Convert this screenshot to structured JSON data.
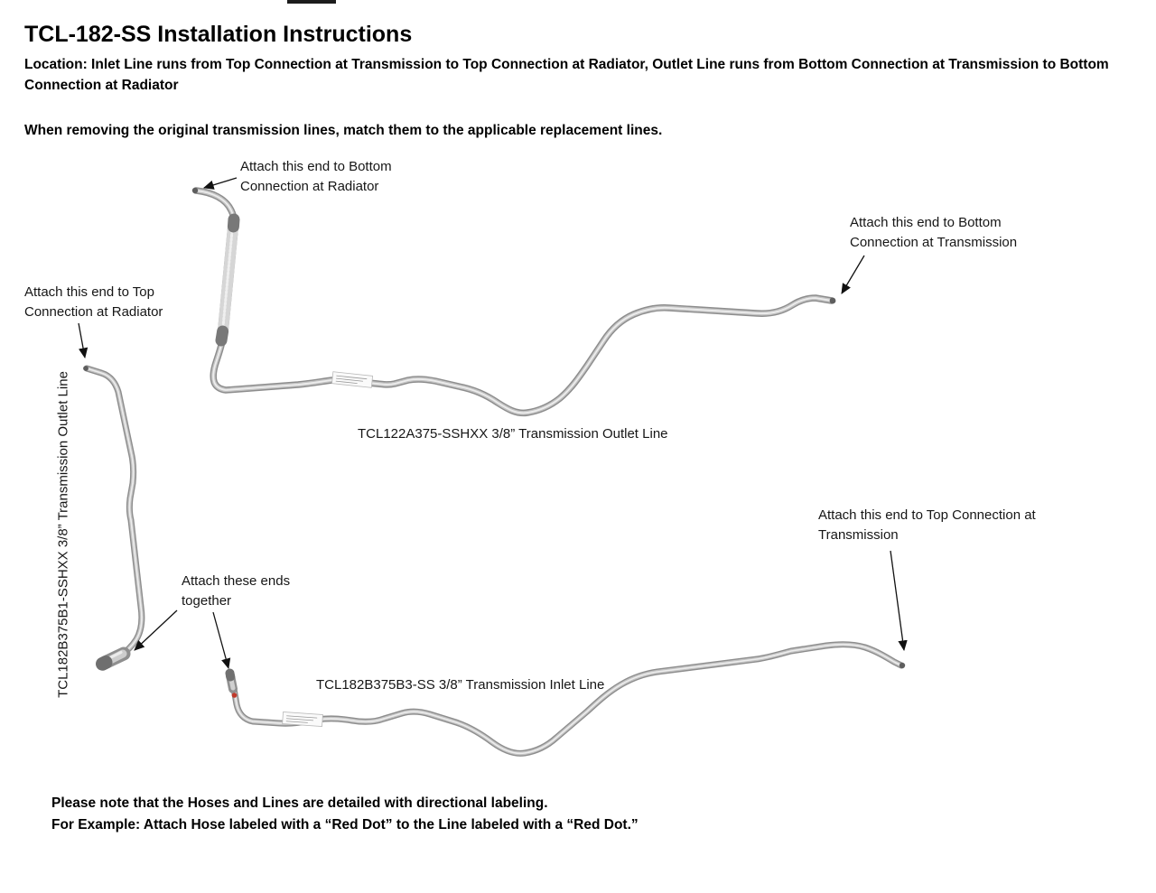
{
  "header": {
    "title": "TCL-182-SS Installation Instructions",
    "location": "Location: Inlet Line runs from Top Connection at Transmission to Top Connection at Radiator, Outlet Line runs from Bottom Connection at Transmission to Bottom Connection at Radiator",
    "instruction": "When removing the original transmission lines, match them to the applicable replacement lines."
  },
  "diagram": {
    "annotations": {
      "attach_bottom_radiator": "Attach this end to Bottom Connection at Radiator",
      "attach_bottom_transmission": "Attach this end to Bottom Connection at Transmission",
      "attach_top_radiator": "Attach this end to Top Connection at Radiator",
      "attach_ends_together": "Attach these ends together",
      "attach_top_transmission": "Attach this end to Top Connection at Transmission"
    },
    "part_labels": {
      "outlet_line_left": "TCL182B375B1-SSHXX 3/8” Transmission Outlet Line",
      "outlet_line_upper": "TCL122A375-SSHXX 3/8” Transmission Outlet Line",
      "inlet_line_lower": "TCL182B375B3-SS 3/8” Transmission Inlet Line"
    },
    "markers": {
      "red_dot_color": "#c0392b"
    }
  },
  "footer": {
    "note_line1": "Please note that the Hoses and Lines are detailed with directional labeling.",
    "note_line2": "For Example: Attach Hose labeled with a “Red Dot” to the Line labeled with a “Red Dot.”"
  }
}
